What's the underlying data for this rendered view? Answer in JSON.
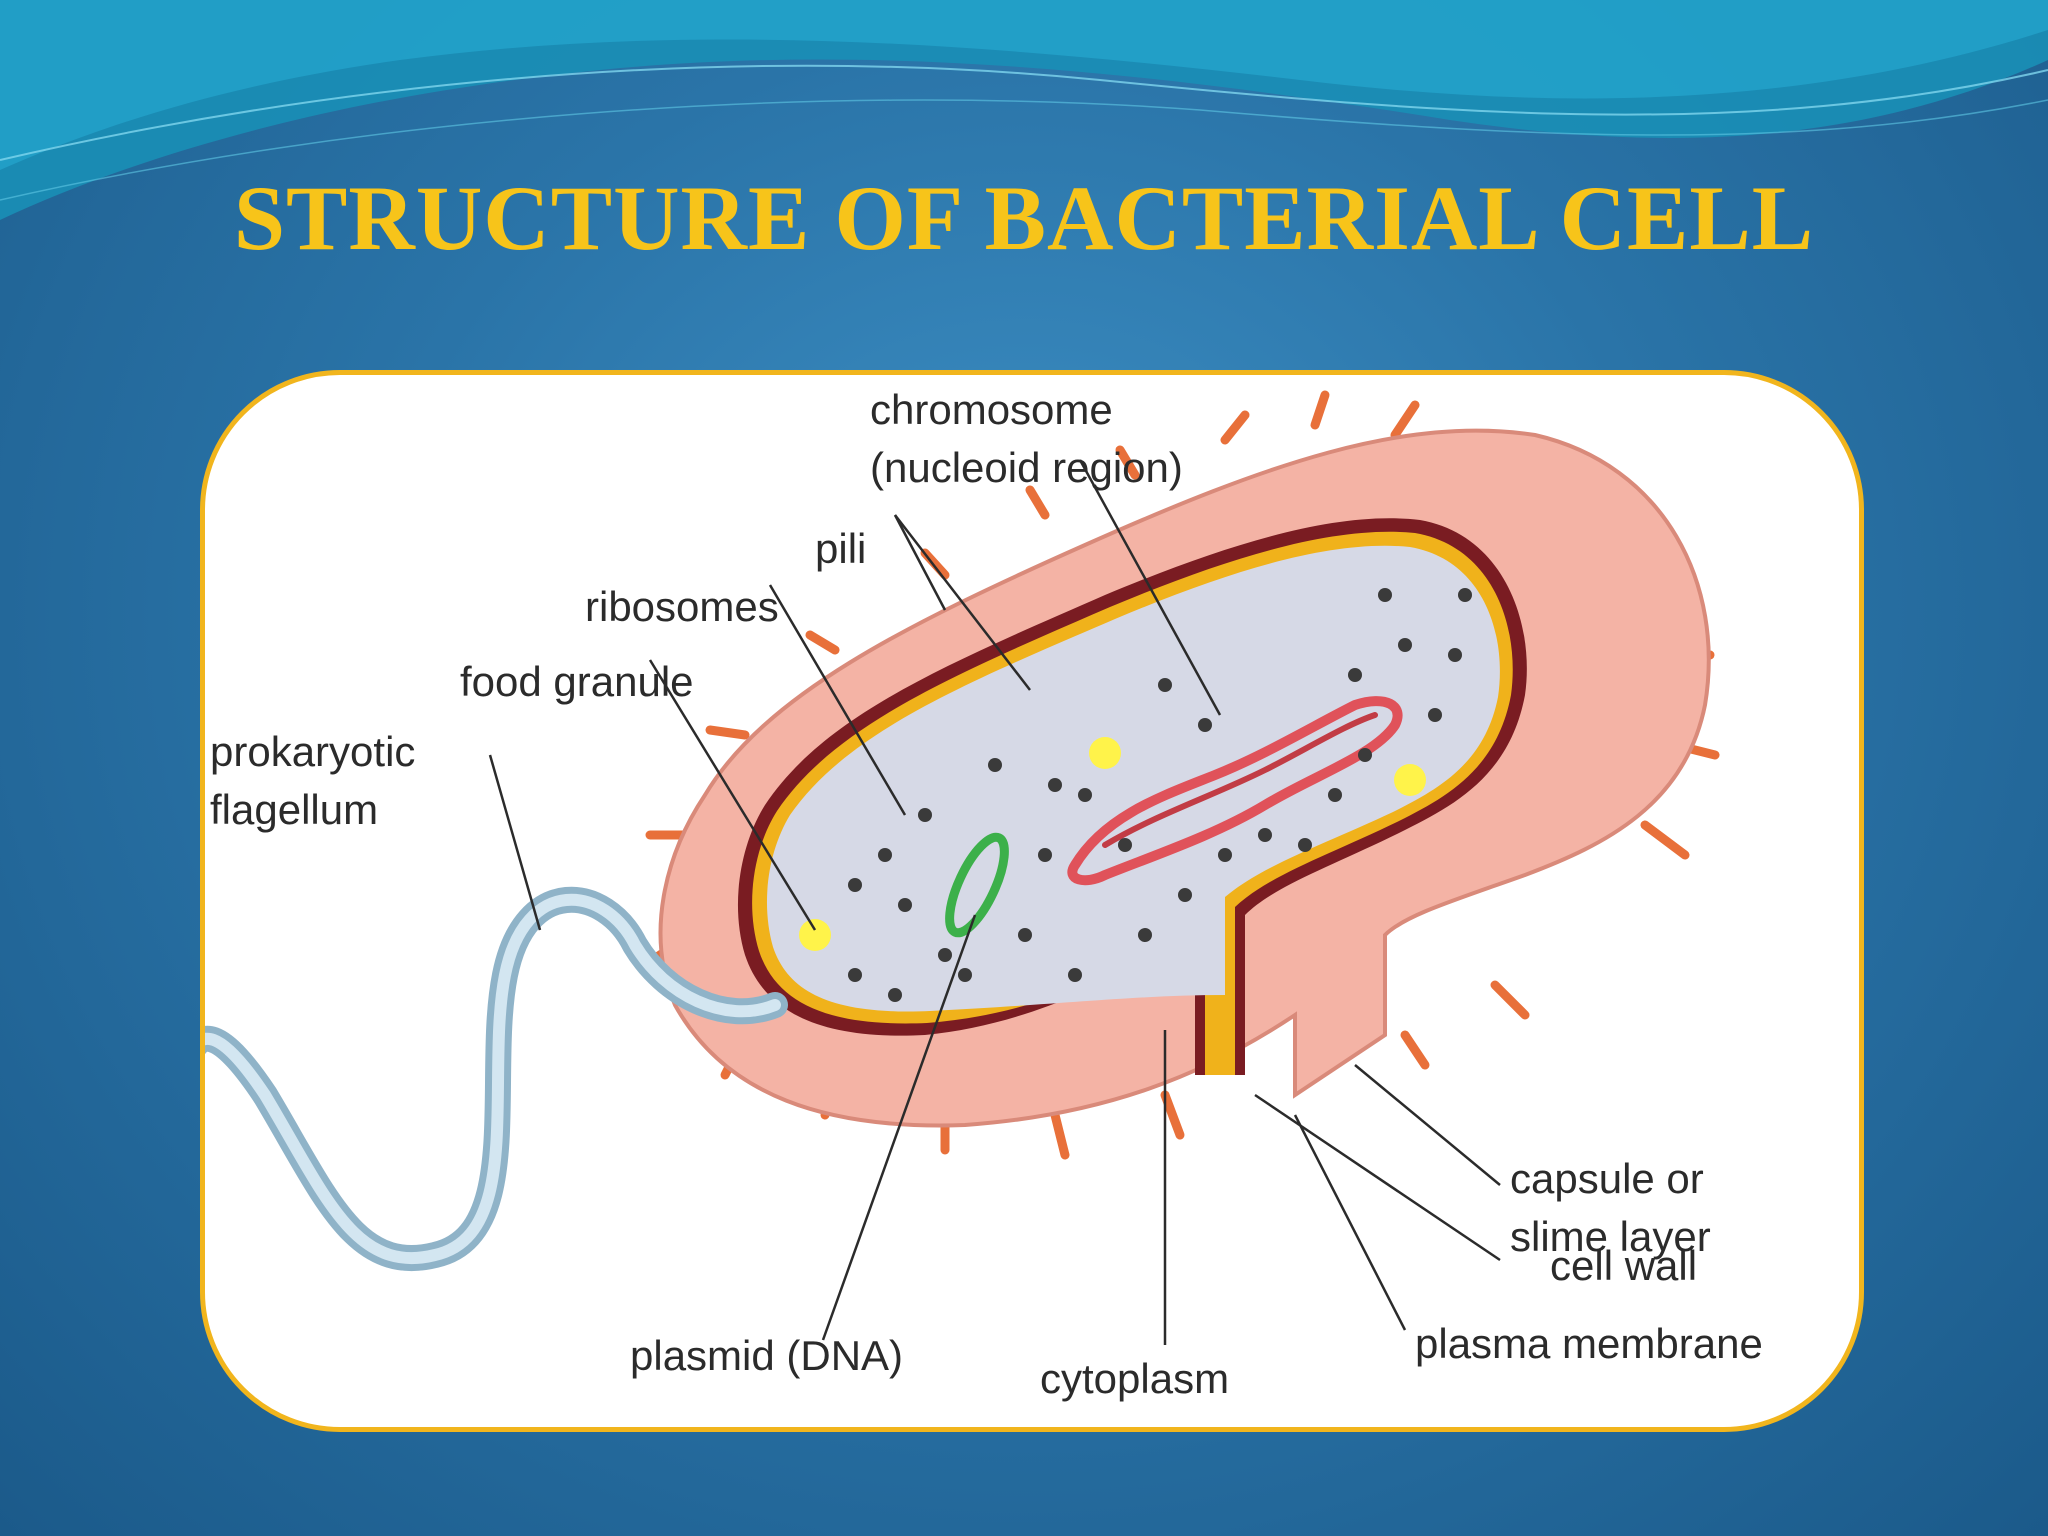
{
  "slide": {
    "title": "STRUCTURE OF BACTERIAL CELL",
    "theme_colors": {
      "title": "#f7c41a",
      "frame_border": "#f1b51d",
      "background": "#2a74a8"
    }
  },
  "diagram": {
    "labels": {
      "chromosome": [
        "chromosome",
        "(nucleoid region)"
      ],
      "pili": "pili",
      "ribosomes": "ribosomes",
      "food_granule": "food granule",
      "flagellum": [
        "prokaryotic",
        "flagellum"
      ],
      "capsule": [
        "capsule or",
        "slime layer"
      ],
      "cell_wall": "cell wall",
      "plasma_membrane": "plasma membrane",
      "plasmid": "plasmid (DNA)",
      "cytoplasm": "cytoplasm"
    },
    "colors": {
      "capsule": "#f4b3a5",
      "cell_wall": "#7a1c22",
      "membrane": "#f0b21b",
      "cytoplasm": "#d6d9e6",
      "chromosome": "#e0525a",
      "plasmid": "#3cb04a",
      "food_granule": "#fff34a",
      "ribosome": "#3a3a3a",
      "pili": "#e8703a",
      "flagellum": "#a9c8dc"
    }
  }
}
